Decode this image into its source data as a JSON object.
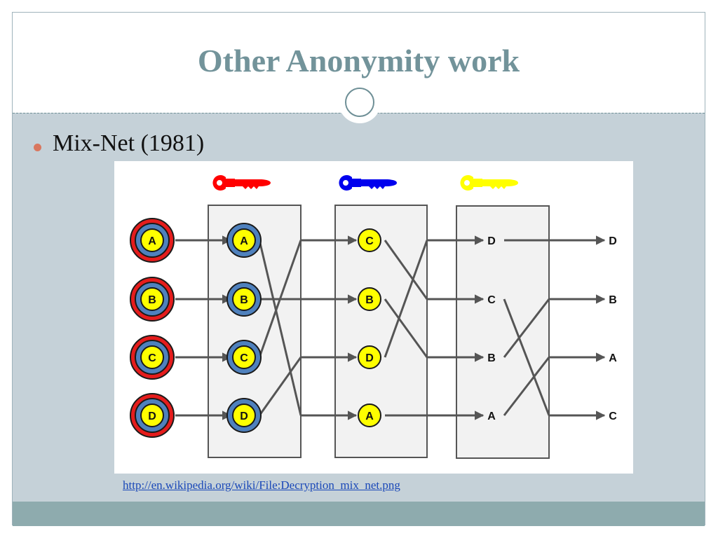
{
  "slide": {
    "title": "Other Anonymity work",
    "bullet": "Mix-Net (1981)",
    "source_link": "http://en.wikipedia.org/wiki/File:Decryption_mix_net.png"
  },
  "colors": {
    "title": "#72939a",
    "slide_bg": "#c5d1d8",
    "footer": "#8eabae",
    "bullet_dot": "#d9775f",
    "link": "#1a48b8",
    "key_1": "#ff0000",
    "key_2": "#0000ee",
    "key_3": "#ffff00",
    "box_fill": "#f2f2f2",
    "box_border": "#555555",
    "node_fill": "#ffff00",
    "node_ring": "#4f81bd",
    "outer_ring": "#e51c1c",
    "line": "#555555"
  },
  "diagram": {
    "keys": [
      {
        "name": "key-red",
        "color": "#ff0000"
      },
      {
        "name": "key-blue",
        "color": "#0000ee"
      },
      {
        "name": "key-yellow",
        "color": "#ffff00"
      }
    ],
    "inputs": [
      "A",
      "B",
      "C",
      "D"
    ],
    "stage1": [
      "A",
      "B",
      "C",
      "D"
    ],
    "stage2": [
      "C",
      "B",
      "D",
      "A"
    ],
    "stage3": [
      "D",
      "C",
      "B",
      "A"
    ],
    "outputs": [
      "D",
      "B",
      "A",
      "C"
    ]
  }
}
